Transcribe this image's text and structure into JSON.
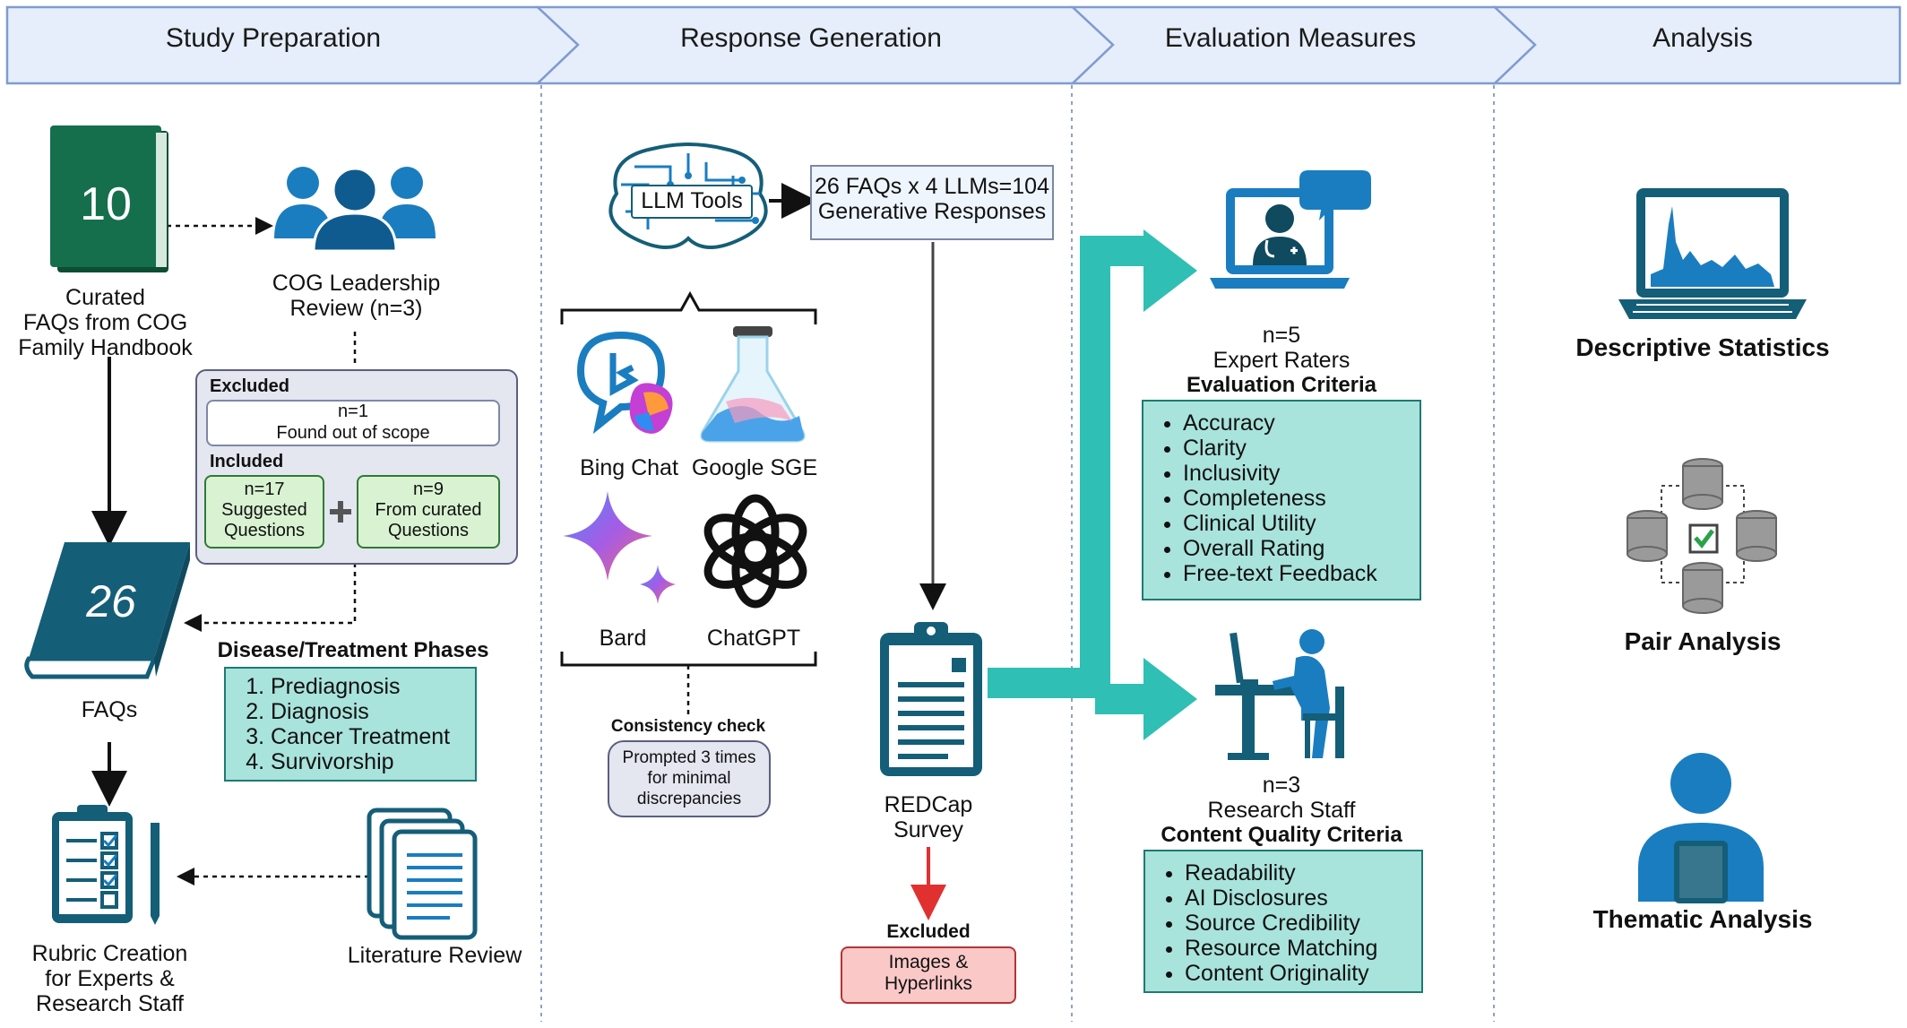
{
  "phases": [
    "Study Preparation",
    "Response Generation",
    "Evaluation Measures",
    "Analysis"
  ],
  "study_prep": {
    "handbook_number": "10",
    "handbook_label": [
      "Curated",
      "FAQs from COG",
      "Family Handbook"
    ],
    "leadership_label": [
      "COG Leadership",
      "Review (n=3)"
    ],
    "excluded_title": "Excluded",
    "excluded_n": "n=1",
    "excluded_text": "Found out of scope",
    "included_title": "Included",
    "suggested_n": "n=17",
    "suggested_text": [
      "Suggested",
      "Questions"
    ],
    "curated_n": "n=9",
    "curated_text": [
      "From curated",
      "Questions"
    ],
    "faq_number": "26",
    "faq_label": "FAQs",
    "phases_title": "Disease/Treatment Phases",
    "phase_items": [
      "Prediagnosis",
      "Diagnosis",
      "Cancer Treatment",
      "Survivorship"
    ],
    "rubric_label": [
      "Rubric Creation",
      "for Experts &",
      "Research Staff"
    ],
    "literature_label": "Literature Review"
  },
  "response_gen": {
    "llm_tools": "LLM Tools",
    "responses": [
      "26 FAQs x 4 LLMs=104",
      "Generative Responses"
    ],
    "tools": [
      "Bing Chat",
      "Google SGE",
      "Bard",
      "ChatGPT"
    ],
    "consistency_title": "Consistency check",
    "consistency_text": [
      "Prompted 3 times",
      "for minimal",
      "discrepancies"
    ],
    "redcap_label": [
      "REDCap",
      "Survey"
    ],
    "excluded_title": "Excluded",
    "excluded_text": [
      "Images &",
      "Hyperlinks"
    ]
  },
  "evaluation": {
    "expert_n": "n=5",
    "expert_label": "Expert Raters",
    "eval_title": "Evaluation Criteria",
    "eval_items": [
      "Accuracy",
      "Clarity",
      "Inclusivity",
      "Completeness",
      "Clinical Utility",
      "Overall Rating",
      "Free-text Feedback"
    ],
    "staff_n": "n=3",
    "staff_label": "Research Staff",
    "content_title": "Content Quality Criteria",
    "content_items": [
      "Readability",
      "AI Disclosures",
      "Source Credibility",
      "Resource Matching",
      "Content Originality"
    ]
  },
  "analysis": {
    "items": [
      "Descriptive Statistics",
      "Pair Analysis",
      "Thematic Analysis"
    ]
  },
  "colors": {
    "header_bg": "#e6eefb",
    "header_border": "#7f9bd0",
    "teal_arrow": "#2fbfb4",
    "icon_blue": "#1a7dc0",
    "book_green": "#156f4d",
    "book_teal": "#145e78",
    "excluded_red": "#e03030"
  }
}
